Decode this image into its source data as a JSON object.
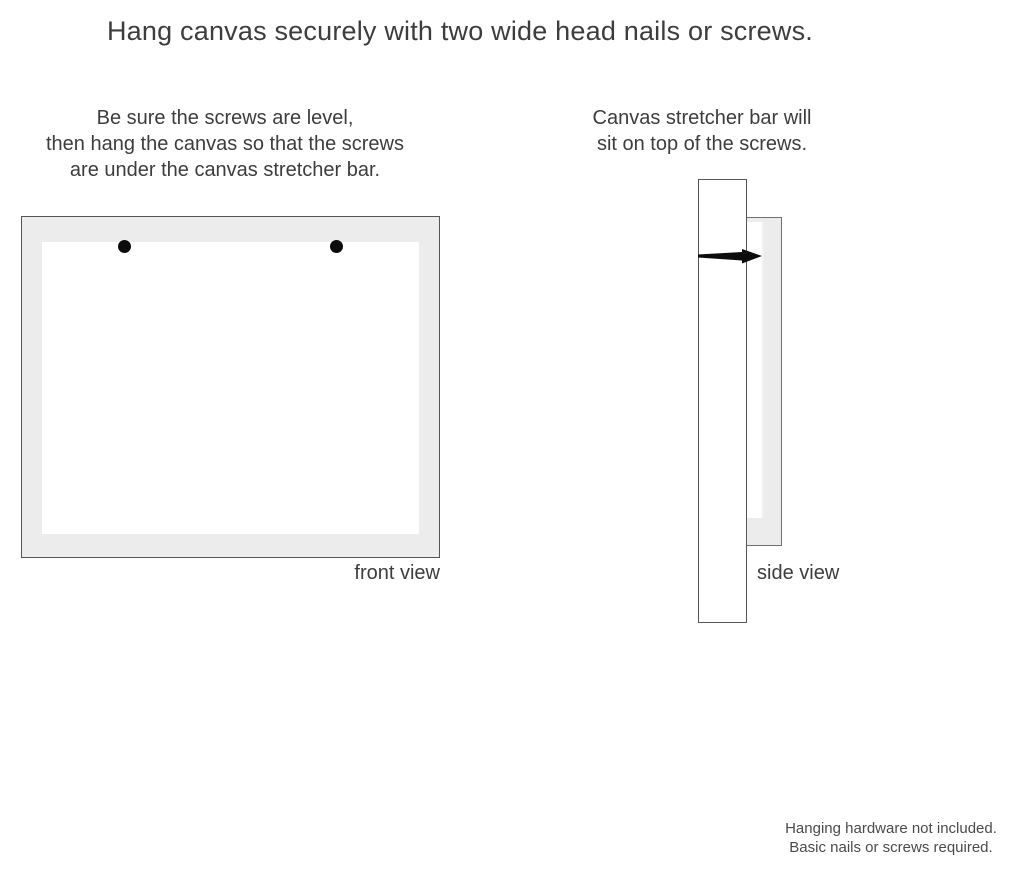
{
  "title": "Hang canvas securely with two wide head nails or screws.",
  "notes": {
    "front": [
      "Be sure the screws are level,",
      "then hang the canvas so that the screws",
      "are under the canvas stretcher bar."
    ],
    "side": [
      "Canvas stretcher bar will",
      "sit on top of the screws."
    ]
  },
  "labels": {
    "front_view": "front view",
    "side_view": "side view"
  },
  "footnote": [
    "Hanging hardware not included.",
    "Basic nails or screws required."
  ],
  "diagram": {
    "views": [
      "front view",
      "side view"
    ],
    "screw_count": 2
  },
  "colors": {
    "background": "#ffffff",
    "text": "#3d3d3d",
    "muted_text": "#4b4b4b",
    "outline": "#555555",
    "side_outline": "#707070",
    "frame_fill": "#ececec",
    "canvas_fill": "#ffffff",
    "hardware": "#0c0c0c"
  }
}
